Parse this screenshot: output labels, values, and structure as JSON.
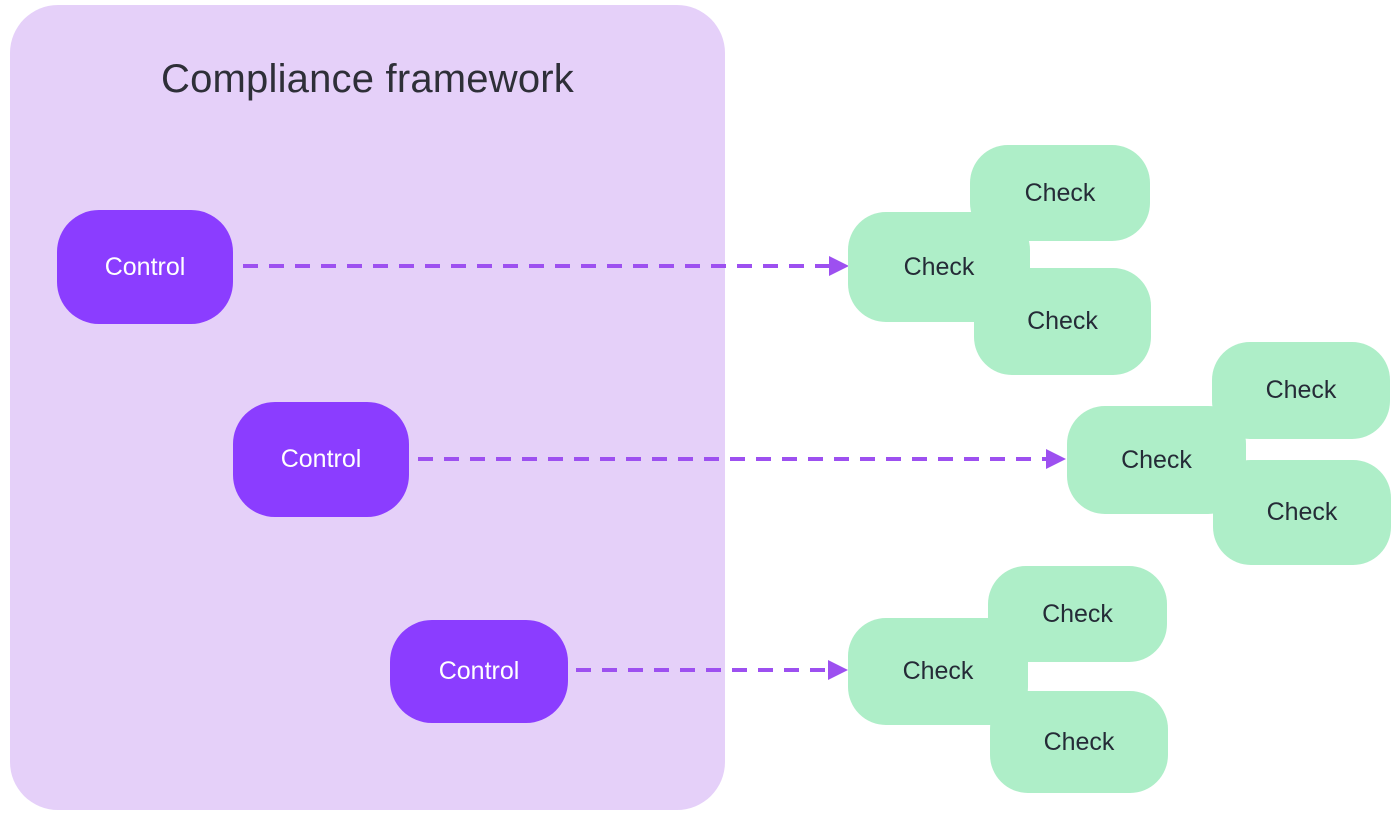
{
  "colors": {
    "page_bg": "#FFFFFF",
    "frame_bg": "#E5D0F9",
    "control_bg": "#8B3DFF",
    "control_text": "#FFFFFF",
    "arrow": "#9D50F0",
    "check_bg": "#AEEEC8",
    "check_text": "#252B37",
    "title_text": "#2E2F38"
  },
  "diagram": {
    "title": "Compliance framework",
    "controls": [
      {
        "label": "Control"
      },
      {
        "label": "Control"
      },
      {
        "label": "Control"
      }
    ],
    "clusters": [
      {
        "checks": [
          "Check",
          "Check",
          "Check"
        ]
      },
      {
        "checks": [
          "Check",
          "Check",
          "Check"
        ]
      },
      {
        "checks": [
          "Check",
          "Check",
          "Check"
        ]
      }
    ],
    "arrows": [
      {
        "from_control": 1,
        "to_cluster": 1
      },
      {
        "from_control": 2,
        "to_cluster": 2
      },
      {
        "from_control": 3,
        "to_cluster": 3
      }
    ]
  }
}
